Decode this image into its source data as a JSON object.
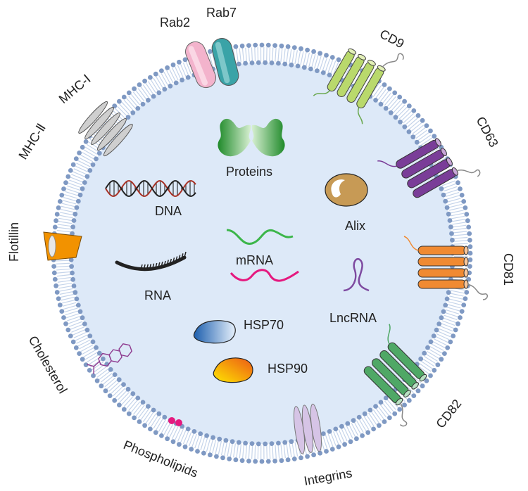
{
  "labels": {
    "rab2": "Rab2",
    "rab7": "Rab7",
    "cd9": "CD9",
    "cd63": "CD63",
    "cd81": "CD81",
    "cd82": "CD82",
    "integrins": "Integrins",
    "phospholipids": "Phospholipids",
    "cholesterol": "Cholesterol",
    "flotillin": "Flotillin",
    "mhc2": "MHC-Ⅱ",
    "mhc1": "MHC-Ⅰ",
    "proteins": "Proteins",
    "dna": "DNA",
    "alix": "Alix",
    "mrna": "mRNA",
    "rna": "RNA",
    "lncrna": "LncRNA",
    "hsp70": "HSP70",
    "hsp90": "HSP90"
  },
  "colors": {
    "lumen": "#dde9f8",
    "bead": "#7f99c3",
    "tail": "#b8cbe6",
    "cd9": "#b5d56a",
    "cd63": "#7a3d98",
    "cd81": "#f08a32",
    "cd82": "#4fa866",
    "integrins": "#c9b3dd",
    "rab2": "#f1a9c7",
    "rab7": "#3aa3a7",
    "mhc": "#bfbfbf",
    "flotillin": "#f29200",
    "proteins": "#36a536",
    "alix": "#c79a55",
    "mrna_top": "#3cb64a",
    "mrna_bottom": "#e5197f",
    "lncrna": "#7e4aa0",
    "hsp70": "#2366b2",
    "hsp90": "#f6a01a",
    "phospholipid_head": "#e5197f",
    "cholesterol": "#8e3a8f"
  },
  "icons": [
    "protein-dimer-icon",
    "dna-helix-icon",
    "alix-icon",
    "mrna-strands-icon",
    "rna-strand-icon",
    "lncrna-icon",
    "hsp70-icon",
    "hsp90-icon"
  ]
}
